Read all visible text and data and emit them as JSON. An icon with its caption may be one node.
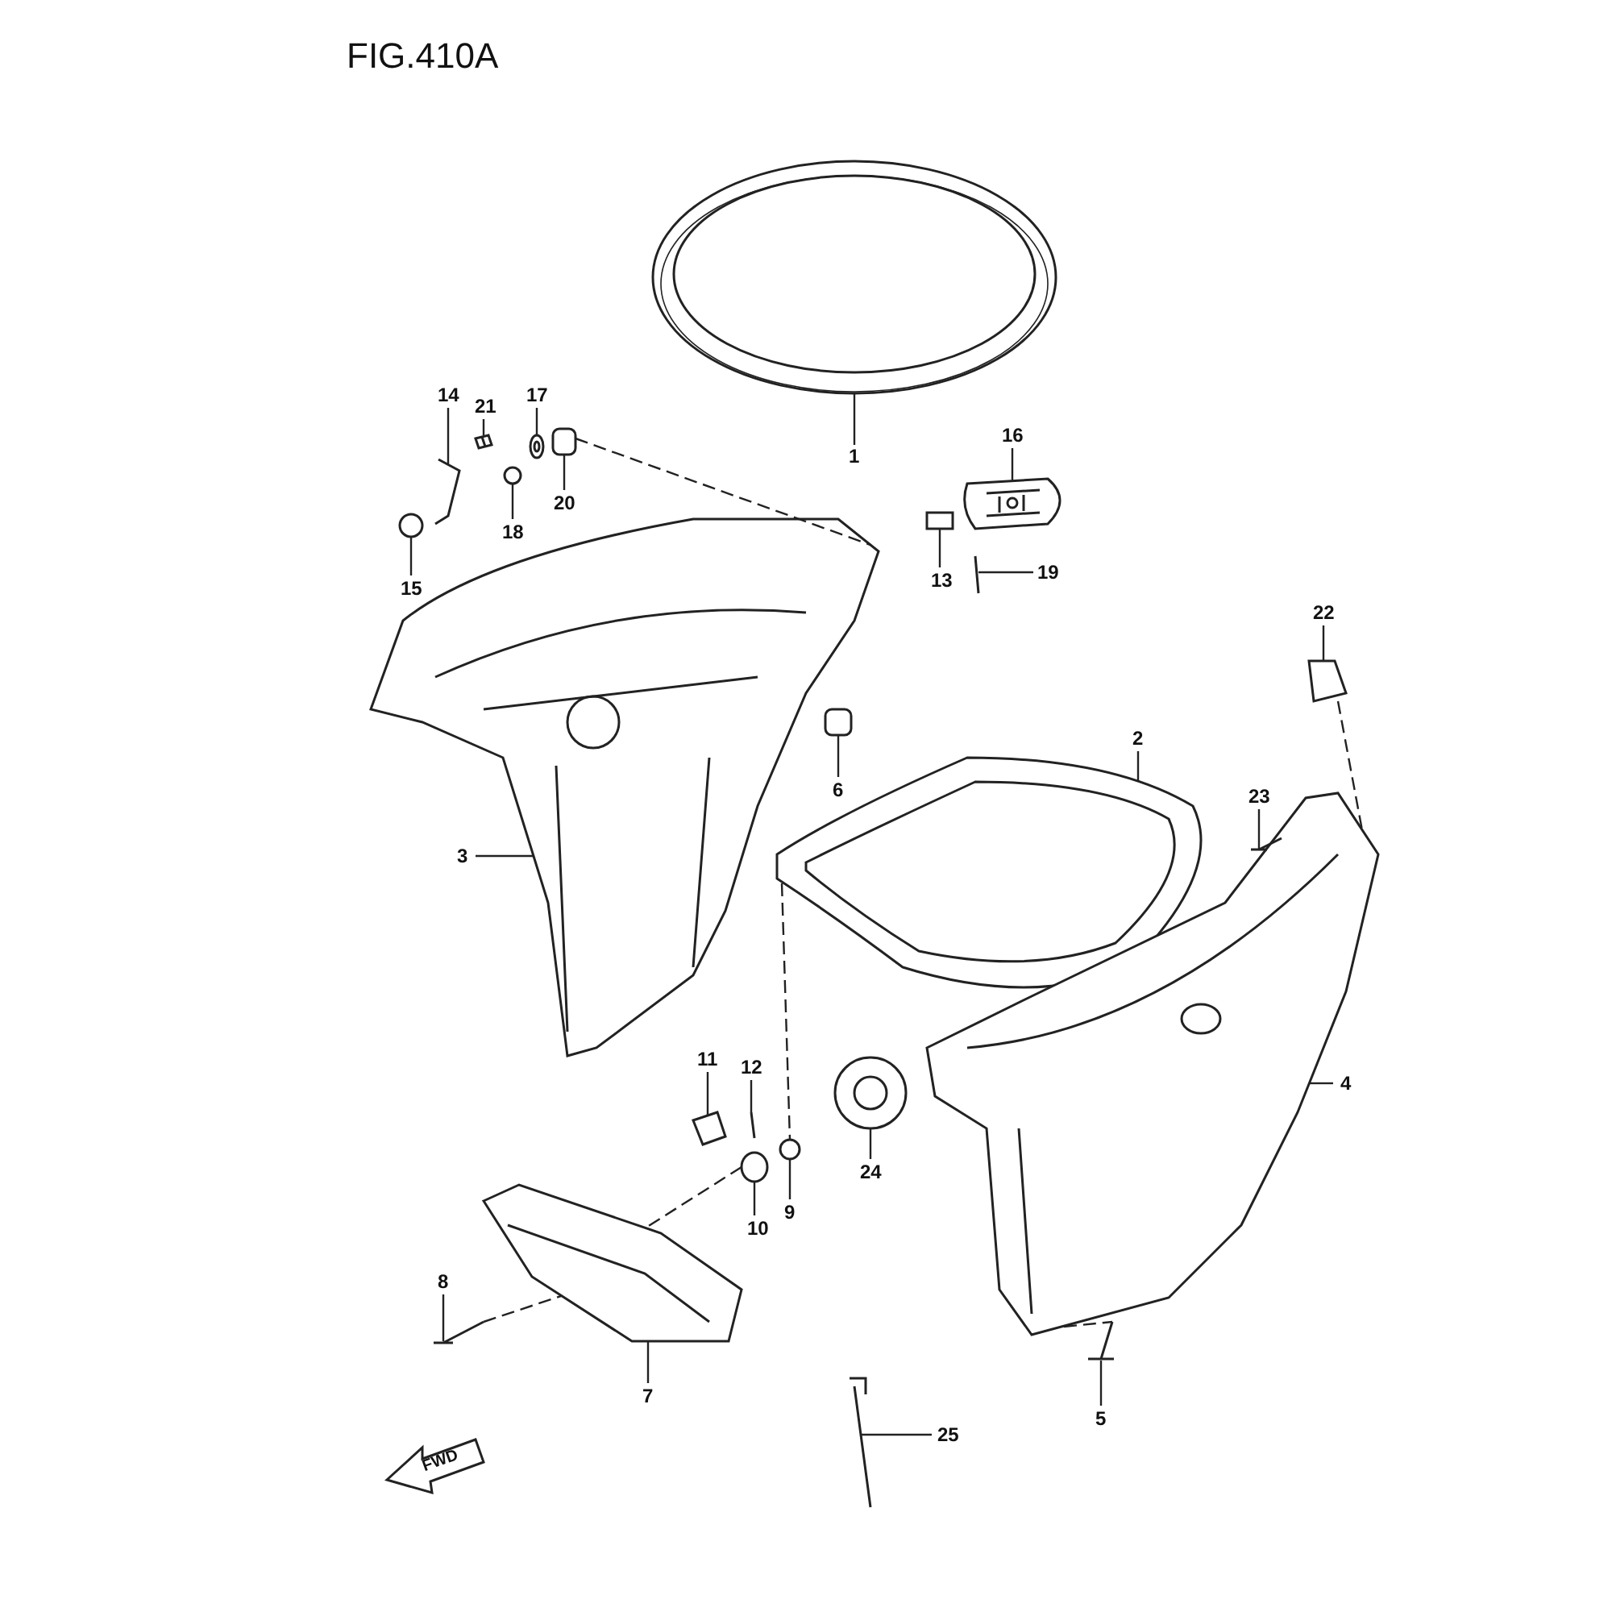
{
  "diagram": {
    "title": "FIG.410A",
    "nodes": [
      {
        "text": [
          "1"
        ]
      },
      {
        "text": [
          "2"
        ]
      },
      {
        "text": [
          "3"
        ]
      },
      {
        "text": [
          "4"
        ]
      },
      {
        "text": [
          "5"
        ]
      },
      {
        "text": [
          "6"
        ]
      },
      {
        "text": [
          "7"
        ]
      },
      {
        "text": [
          "8"
        ]
      },
      {
        "text": [
          "9"
        ]
      },
      {
        "text": [
          "10"
        ]
      },
      {
        "text": [
          "11"
        ]
      },
      {
        "text": [
          "12"
        ]
      },
      {
        "text": [
          "13"
        ]
      },
      {
        "text": [
          "14"
        ]
      },
      {
        "text": [
          "15"
        ]
      },
      {
        "text": [
          "16"
        ]
      },
      {
        "text": [
          "17"
        ]
      },
      {
        "text": [
          "18"
        ]
      },
      {
        "text": [
          "19"
        ]
      },
      {
        "text": [
          "20"
        ]
      },
      {
        "text": [
          "21"
        ]
      },
      {
        "text": [
          "22"
        ]
      },
      {
        "text": [
          "23"
        ]
      },
      {
        "text": [
          "24"
        ]
      },
      {
        "text": [
          "25"
        ]
      },
      {
        "text": [],
        "shape": "picture"
      },
      {
        "text": [],
        "shape": "picture"
      },
      {
        "text": [],
        "shape": "picture"
      },
      {
        "text": [],
        "shape": "picture"
      },
      {
        "text": [],
        "shape": "picture"
      },
      {
        "text": [],
        "shape": "picture"
      },
      {
        "text": [],
        "shape": "picture"
      },
      {
        "text": [],
        "shape": "picture"
      },
      {
        "text": [],
        "shape": "picture"
      },
      {
        "text": [],
        "shape": "picture"
      },
      {
        "text": [],
        "shape": "picture"
      },
      {
        "text": [],
        "shape": "picture"
      },
      {
        "text": [],
        "shape": "picture"
      },
      {
        "text": [],
        "shape": "picture"
      },
      {
        "text": [],
        "shape": "picture"
      },
      {
        "text": [],
        "shape": "picture"
      },
      {
        "text": [],
        "shape": "picture"
      },
      {
        "text": [],
        "shape": "picture"
      },
      {
        "text": [],
        "shape": "picture"
      },
      {
        "text": [],
        "shape": "picture"
      },
      {
        "text": [],
        "shape": "picture"
      },
      {
        "text": [],
        "shape": "picture"
      },
      {
        "text": [],
        "shape": "picture"
      },
      {
        "text": [],
        "shape": "picture"
      },
      {
        "text": [],
        "shape": "picture"
      },
      {
        "text": [
          "FWD"
        ]
      }
    ],
    "edges": [
      {
        "from": 0,
        "to": 25,
        "arrow": "none"
      },
      {
        "from": 1,
        "to": 26,
        "arrow": "none"
      },
      {
        "from": 2,
        "to": 27,
        "arrow": "none"
      },
      {
        "from": 3,
        "to": 28,
        "arrow": "none"
      },
      {
        "from": 4,
        "to": 29,
        "arrow": "none"
      },
      {
        "from": 5,
        "to": 30,
        "arrow": "none"
      },
      {
        "from": 6,
        "to": 31,
        "arrow": "none"
      },
      {
        "from": 7,
        "to": 32,
        "arrow": "none"
      },
      {
        "from": 8,
        "to": 33,
        "arrow": "none"
      },
      {
        "from": 9,
        "to": 34,
        "arrow": "none"
      },
      {
        "from": 10,
        "to": 35,
        "arrow": "none"
      },
      {
        "from": 11,
        "to": 36,
        "arrow": "none"
      },
      {
        "from": 12,
        "to": 37,
        "arrow": "none"
      },
      {
        "from": 13,
        "to": 38,
        "arrow": "none"
      },
      {
        "from": 14,
        "to": 39,
        "arrow": "none"
      },
      {
        "from": 15,
        "to": 40,
        "arrow": "none"
      },
      {
        "from": 16,
        "to": 41,
        "arrow": "none"
      },
      {
        "from": 17,
        "to": 42,
        "arrow": "none"
      },
      {
        "from": 18,
        "to": 43,
        "arrow": "none"
      },
      {
        "from": 19,
        "to": 44,
        "arrow": "none"
      },
      {
        "from": 20,
        "to": 45,
        "arrow": "none"
      },
      {
        "from": 21,
        "to": 46,
        "arrow": "none"
      },
      {
        "from": 22,
        "to": 47,
        "arrow": "none"
      },
      {
        "from": 23,
        "to": 48,
        "arrow": "none"
      },
      {
        "from": 24,
        "to": 49,
        "arrow": "none"
      },
      {
        "from": 44,
        "to": 27,
        "arrow": "none",
        "style": "dashed"
      },
      {
        "from": 46,
        "to": 28,
        "arrow": "none",
        "style": "dashed"
      },
      {
        "from": 26,
        "to": 33,
        "arrow": "none",
        "style": "dashed"
      },
      {
        "from": 34,
        "to": 31,
        "arrow": "none",
        "style": "dashed"
      },
      {
        "from": 32,
        "to": 31,
        "arrow": "none",
        "style": "dashed"
      },
      {
        "from": 28,
        "to": 29,
        "arrow": "none",
        "style": "dashed"
      }
    ]
  }
}
